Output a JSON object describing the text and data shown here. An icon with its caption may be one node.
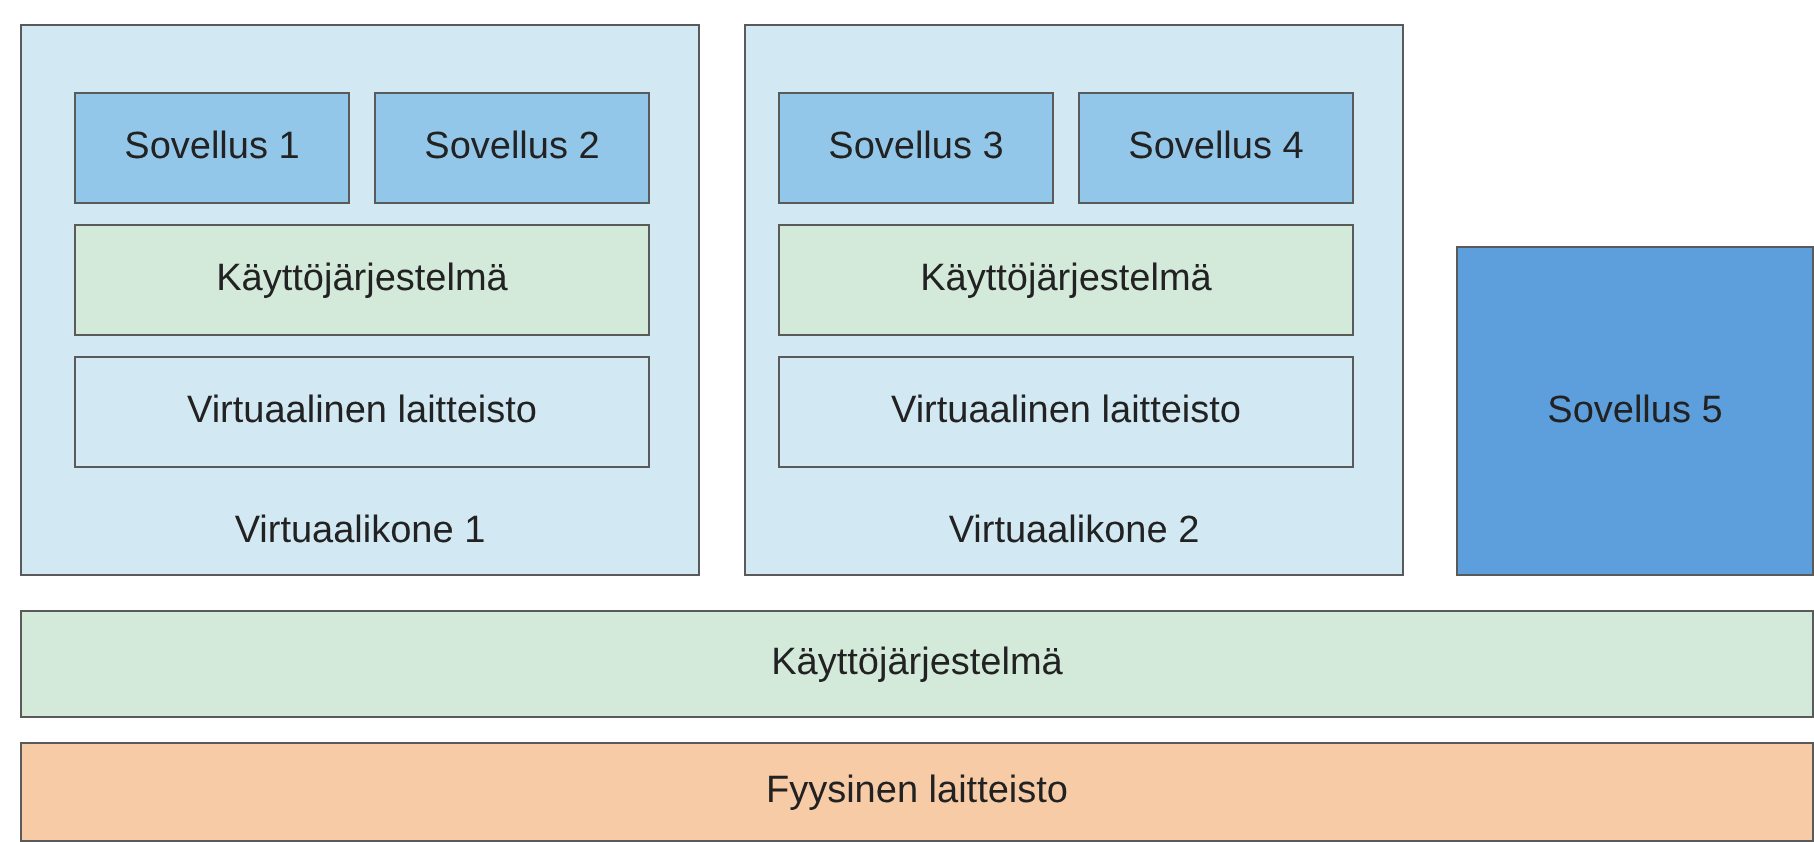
{
  "diagram": {
    "nodes": [
      {
        "text": [
          "Virtuaalikone 1"
        ]
      },
      {
        "text": [
          "Sovellus 1"
        ],
        "in": 0
      },
      {
        "text": [
          "Sovellus 2"
        ],
        "in": 0
      },
      {
        "text": [
          "Käyttöjärjestelmä"
        ],
        "in": 0
      },
      {
        "text": [
          "Virtuaalinen laitteisto"
        ],
        "in": 0
      },
      {
        "text": [
          "Virtuaalikone 2"
        ]
      },
      {
        "text": [
          "Sovellus 3"
        ],
        "in": 5
      },
      {
        "text": [
          "Sovellus 4"
        ],
        "in": 5
      },
      {
        "text": [
          "Käyttöjärjestelmä"
        ],
        "in": 5
      },
      {
        "text": [
          "Virtuaalinen laitteisto"
        ],
        "in": 5
      },
      {
        "text": [
          "Sovellus 5"
        ]
      },
      {
        "text": [
          "Käyttöjärjestelmä"
        ]
      },
      {
        "text": [
          "Fyysinen laitteisto"
        ]
      }
    ]
  }
}
